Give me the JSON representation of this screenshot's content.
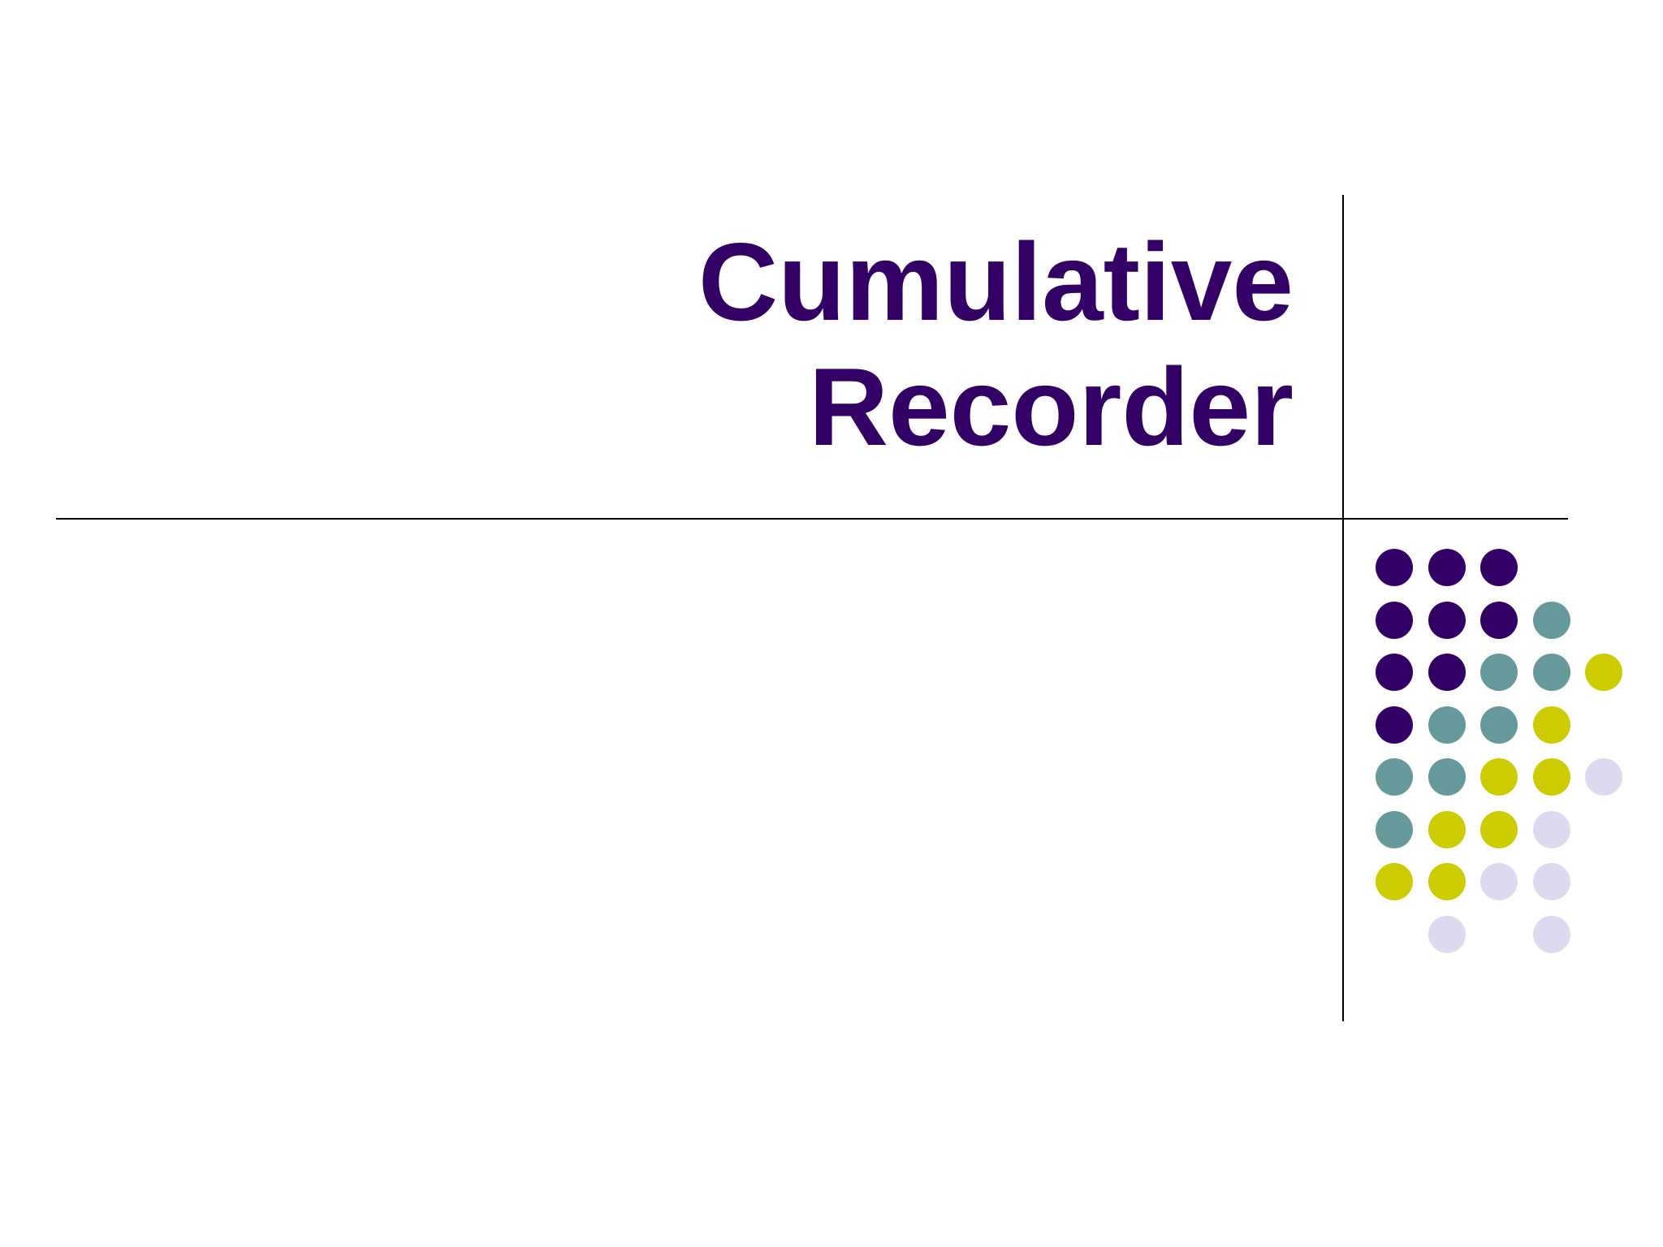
{
  "slide": {
    "title_line_1": "Cumulative",
    "title_line_2": "Recorder"
  },
  "colors": {
    "title": "#330066",
    "rules": "#000000",
    "dot_purple": "#330066",
    "dot_teal": "#669999",
    "dot_yellow": "#CCCC00",
    "dot_lavender": "#DCDAEE"
  },
  "decoration": {
    "dot_pattern": [
      [
        "purple",
        "purple",
        "purple",
        null,
        null
      ],
      [
        "purple",
        "purple",
        "purple",
        "teal",
        null
      ],
      [
        "purple",
        "purple",
        "teal",
        "teal",
        "yellow"
      ],
      [
        "purple",
        "teal",
        "teal",
        "yellow",
        null
      ],
      [
        "teal",
        "teal",
        "yellow",
        "yellow",
        "lavender"
      ],
      [
        "teal",
        "yellow",
        "yellow",
        "lavender",
        null
      ],
      [
        "yellow",
        "yellow",
        "lavender",
        "lavender",
        null
      ],
      [
        null,
        "lavender",
        null,
        "lavender",
        null
      ]
    ]
  }
}
